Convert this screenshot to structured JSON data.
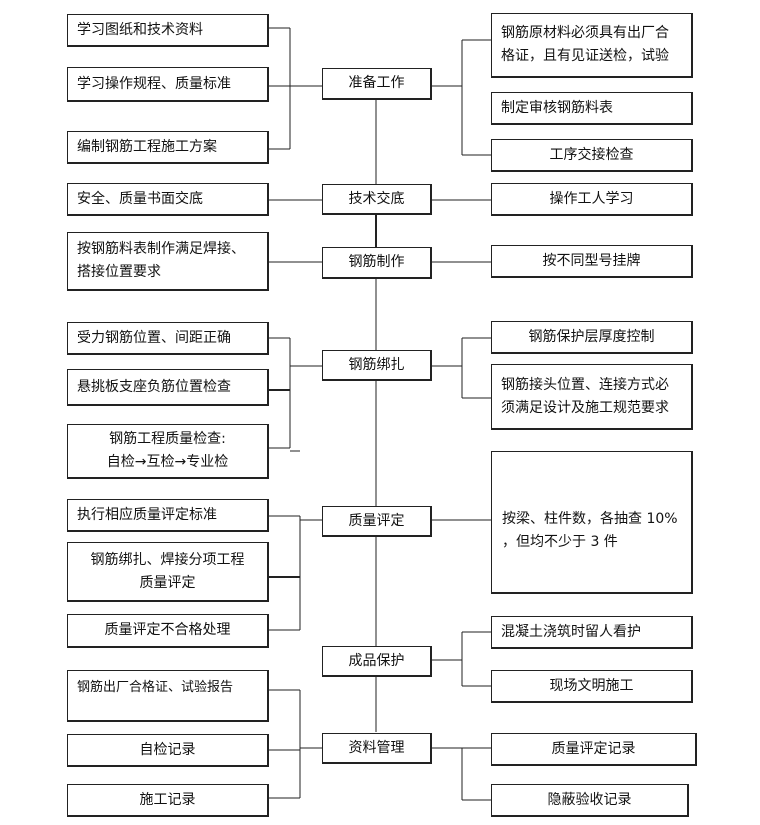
{
  "steps": [
    "准备工作",
    "技术交底",
    "钢筋制作",
    "钢筋绑扎",
    "质量评定",
    "成品保护",
    "资料管理"
  ],
  "left": {
    "prep_1": "学习图纸和技术资料",
    "prep_2": "学习操作规程、质量标准",
    "prep_3": "编制钢筋工程施工方案",
    "brief_1": "安全、质量书面交底",
    "make_1": "按钢筋料表制作满足焊接、\n搭接位置要求",
    "bind_1": "受力钢筋位置、间距正确",
    "bind_2": "悬挑板支座负筋位置检查",
    "bind_3": "钢筋工程质量检查:\n自检→互检→专业检",
    "eval_1": "执行相应质量评定标准",
    "eval_2": "钢筋绑扎、焊接分项工程\n质量评定",
    "eval_3": "质量评定不合格处理",
    "doc_1": "钢筋出厂合格证、试验报告",
    "doc_2": "自检记录",
    "doc_3": "施工记录"
  },
  "right": {
    "prep_1": "钢筋原材料必须具有出厂合\n格证，且有见证送检，试验",
    "prep_2": "制定审核钢筋料表",
    "prep_3": "工序交接检查",
    "brief_1": "操作工人学习",
    "make_1": "按不同型号挂牌",
    "bind_1": "钢筋保护层厚度控制",
    "bind_2": "钢筋接头位置、连接方式必\n须满足设计及施工规范要求",
    "eval_1": "按梁、柱件数，各抽查 10%\n，但均不少于 3 件",
    "protect_1": "混凝土浇筑时留人看护",
    "protect_2": "现场文明施工",
    "doc_1": "质量评定记录",
    "doc_2": "隐蔽验收记录"
  }
}
